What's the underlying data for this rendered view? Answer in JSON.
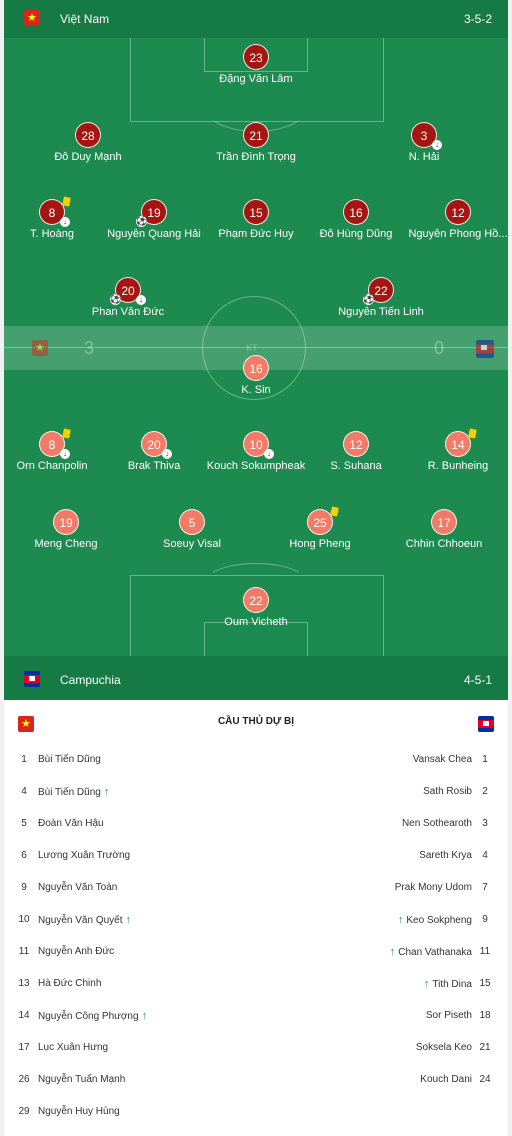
{
  "home": {
    "name": "Việt Nam",
    "formation": "3-5-2",
    "players": [
      {
        "number": "23",
        "name": "Đặng Văn Lâm",
        "events": []
      },
      {
        "number": "28",
        "name": "Đỗ Duy Mạnh",
        "events": []
      },
      {
        "number": "21",
        "name": "Trần Đình Trọng",
        "events": []
      },
      {
        "number": "3",
        "name": "N. Hải",
        "events": [
          "sub-off"
        ]
      },
      {
        "number": "8",
        "name": "T. Hoàng",
        "events": [
          "yellow-card",
          "sub-off"
        ]
      },
      {
        "number": "19",
        "name": "Nguyễn Quang Hải",
        "events": [
          "goal"
        ]
      },
      {
        "number": "15",
        "name": "Phạm Đức Huy",
        "events": []
      },
      {
        "number": "16",
        "name": "Đỗ Hùng Dũng",
        "events": []
      },
      {
        "number": "12",
        "name": "Nguyễn Phong Hồ...",
        "events": []
      },
      {
        "number": "20",
        "name": "Phan Văn Đức",
        "events": [
          "goal",
          "sub-off"
        ]
      },
      {
        "number": "22",
        "name": "Nguyễn Tiến Linh",
        "events": [
          "goal"
        ]
      }
    ]
  },
  "score": {
    "home": "3",
    "away": "0",
    "status": "KT"
  },
  "away": {
    "name": "Campuchia",
    "formation": "4-5-1",
    "players": [
      {
        "number": "16",
        "name": "K. Sin",
        "events": []
      },
      {
        "number": "8",
        "name": "Orn Chanpolin",
        "events": [
          "yellow-card",
          "sub-off"
        ]
      },
      {
        "number": "20",
        "name": "Brak Thiva",
        "events": [
          "sub-off"
        ]
      },
      {
        "number": "10",
        "name": "Kouch Sokumpheak",
        "events": [
          "sub-off"
        ]
      },
      {
        "number": "12",
        "name": "S. Suhana",
        "events": []
      },
      {
        "number": "14",
        "name": "R. Bunheing",
        "events": [
          "yellow-card"
        ]
      },
      {
        "number": "19",
        "name": "Meng Cheng",
        "events": []
      },
      {
        "number": "5",
        "name": "Soeuy Visal",
        "events": []
      },
      {
        "number": "25",
        "name": "Hong Pheng",
        "events": [
          "yellow-card"
        ]
      },
      {
        "number": "17",
        "name": "Chhin Chhoeun",
        "events": []
      },
      {
        "number": "22",
        "name": "Oum Vicheth",
        "events": []
      }
    ]
  },
  "substitutes": {
    "title": "CẦU THỦ DỰ BỊ",
    "home": [
      {
        "number": "1",
        "name": "Bùi Tiến Dũng",
        "subbed_in": false
      },
      {
        "number": "4",
        "name": "Bùi Tiến Dũng",
        "subbed_in": true
      },
      {
        "number": "5",
        "name": "Đoàn Văn Hậu",
        "subbed_in": false
      },
      {
        "number": "6",
        "name": "Lương Xuân Trường",
        "subbed_in": false
      },
      {
        "number": "9",
        "name": "Nguyễn Văn Toàn",
        "subbed_in": false
      },
      {
        "number": "10",
        "name": "Nguyễn Văn Quyết",
        "subbed_in": true
      },
      {
        "number": "11",
        "name": "Nguyễn Anh Đức",
        "subbed_in": false
      },
      {
        "number": "13",
        "name": "Hà Đức Chinh",
        "subbed_in": false
      },
      {
        "number": "14",
        "name": "Nguyễn Công Phượng",
        "subbed_in": true
      },
      {
        "number": "17",
        "name": "Lục Xuân Hưng",
        "subbed_in": false
      },
      {
        "number": "26",
        "name": "Nguyễn Tuấn Mạnh",
        "subbed_in": false
      },
      {
        "number": "29",
        "name": "Nguyễn Huy Hùng",
        "subbed_in": false
      }
    ],
    "away": [
      {
        "number": "1",
        "name": "Vansak Chea",
        "subbed_in": false
      },
      {
        "number": "2",
        "name": "Sath Rosib",
        "subbed_in": false
      },
      {
        "number": "3",
        "name": "Nen Sothearoth",
        "subbed_in": false
      },
      {
        "number": "4",
        "name": "Sareth Krya",
        "subbed_in": false
      },
      {
        "number": "7",
        "name": "Prak Mony Udom",
        "subbed_in": false
      },
      {
        "number": "9",
        "name": "Keo Sokpheng",
        "subbed_in": true
      },
      {
        "number": "11",
        "name": "Chan Vathanaka",
        "subbed_in": true
      },
      {
        "number": "15",
        "name": "Tith Dina",
        "subbed_in": true
      },
      {
        "number": "18",
        "name": "Sor Piseth",
        "subbed_in": false
      },
      {
        "number": "21",
        "name": "Soksela Keo",
        "subbed_in": false
      },
      {
        "number": "24",
        "name": "Kouch Dani",
        "subbed_in": false
      }
    ]
  },
  "icons": {
    "sub_arrow": "↑",
    "sub_off": "↓",
    "goal": "⚽"
  },
  "colors": {
    "pitch": "#1d8a4f",
    "home_kit": "#a31612",
    "away_kit": "#f27b68",
    "yellow_card": "#f5d100",
    "sub_arrow": "#1a9a42"
  }
}
